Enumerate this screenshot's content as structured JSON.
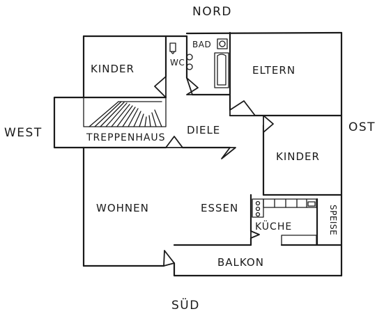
{
  "compass": {
    "north": "NORD",
    "south": "SÜD",
    "west": "WEST",
    "east": "OST"
  },
  "rooms": {
    "kinder_nw": "KINDER",
    "wc": "WC",
    "bad": "BAD",
    "eltern": "ELTERN",
    "treppenhaus": "TREPPENHAUS",
    "diele": "DIELE",
    "kinder_e": "KINDER",
    "wohnen": "WOHNEN",
    "essen": "ESSEN",
    "kueche": "KÜCHE",
    "speise": "SPEISE",
    "balkon": "BALKON"
  },
  "colors": {
    "ink": "#1a1a1a",
    "paper": "#ffffff"
  }
}
